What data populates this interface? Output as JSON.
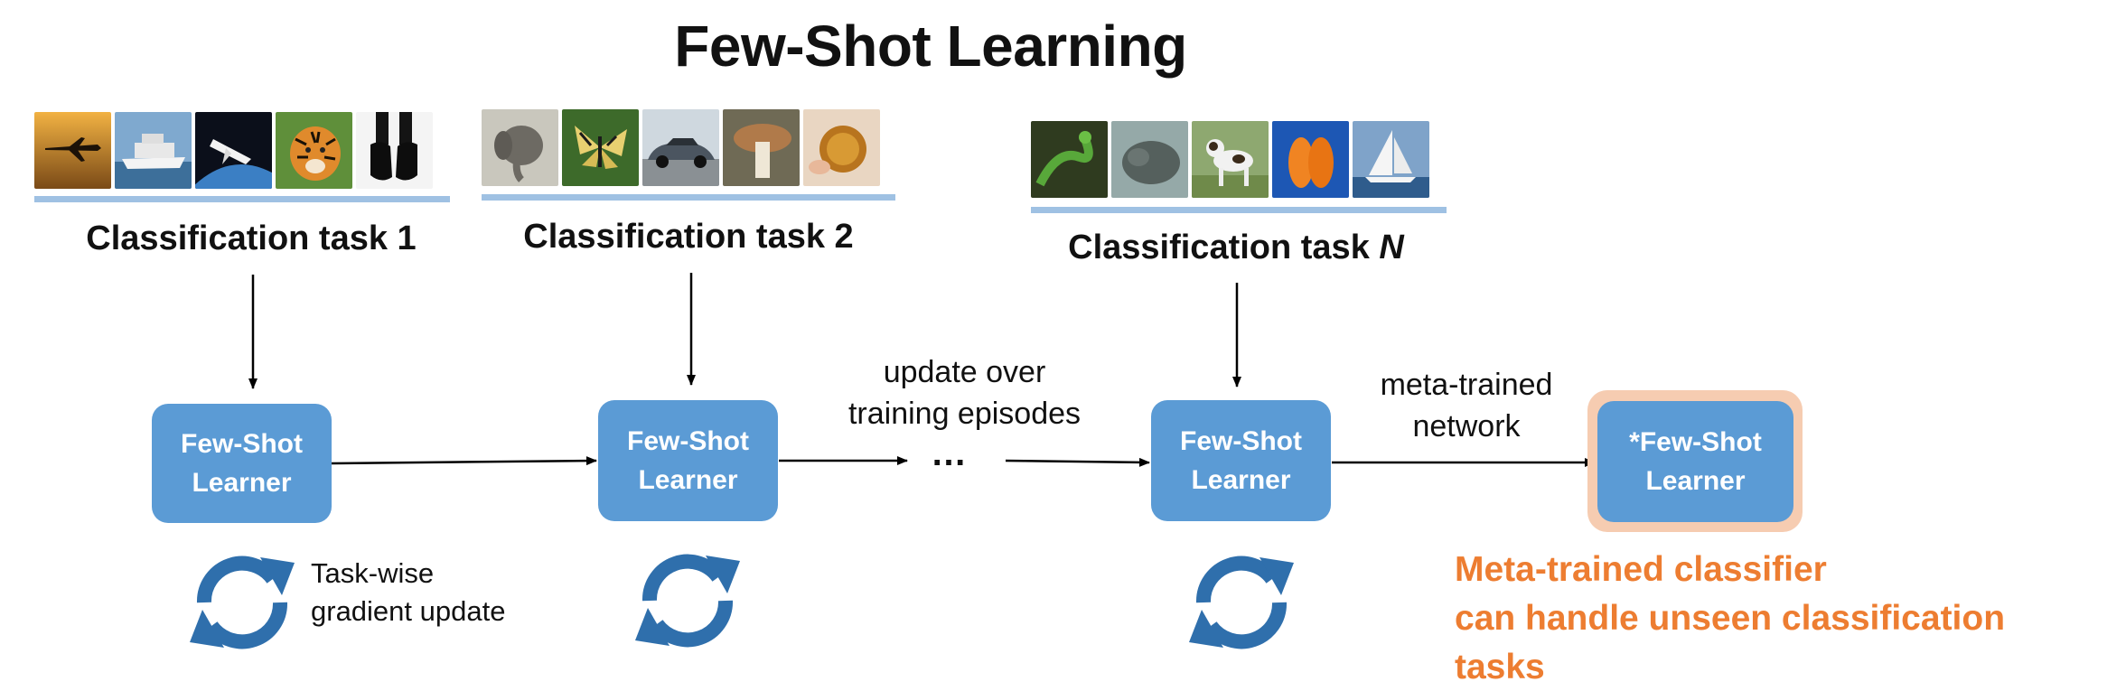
{
  "title": "Few-Shot Learning",
  "tasks": [
    {
      "label": "Classification task 1",
      "images": [
        "airplane",
        "ship",
        "space-shuttle",
        "tiger",
        "shoes"
      ]
    },
    {
      "label": "Classification task 2",
      "images": [
        "elephant",
        "butterfly",
        "car",
        "mushroom",
        "bowl"
      ]
    },
    {
      "label_prefix": "Classification task ",
      "label_suffix": "N",
      "images": [
        "snake",
        "manatee",
        "dog",
        "orange-slices",
        "sailboat"
      ]
    }
  ],
  "learners": [
    {
      "line1": "Few-Shot",
      "line2": "Learner"
    },
    {
      "line1": "Few-Shot",
      "line2": "Learner"
    },
    {
      "line1": "Few-Shot",
      "line2": "Learner"
    },
    {
      "line1": "*Few-Shot",
      "line2": "Learner"
    }
  ],
  "notes": {
    "episodes_line1": "update over",
    "episodes_line2": "training episodes",
    "ellipsis": "…",
    "meta_line1": "meta-trained",
    "meta_line2": "network",
    "gradient_line1": "Task-wise",
    "gradient_line2": "gradient update"
  },
  "conclusion": {
    "line1": "Meta-trained classifier",
    "line2": "can handle unseen classification tasks"
  },
  "colors": {
    "learner": "#5b9bd5",
    "refresh_icon": "#2f6fac",
    "rule": "#9fc1e3",
    "highlight": "#ed7d31",
    "glow": "#f6ccb1"
  }
}
